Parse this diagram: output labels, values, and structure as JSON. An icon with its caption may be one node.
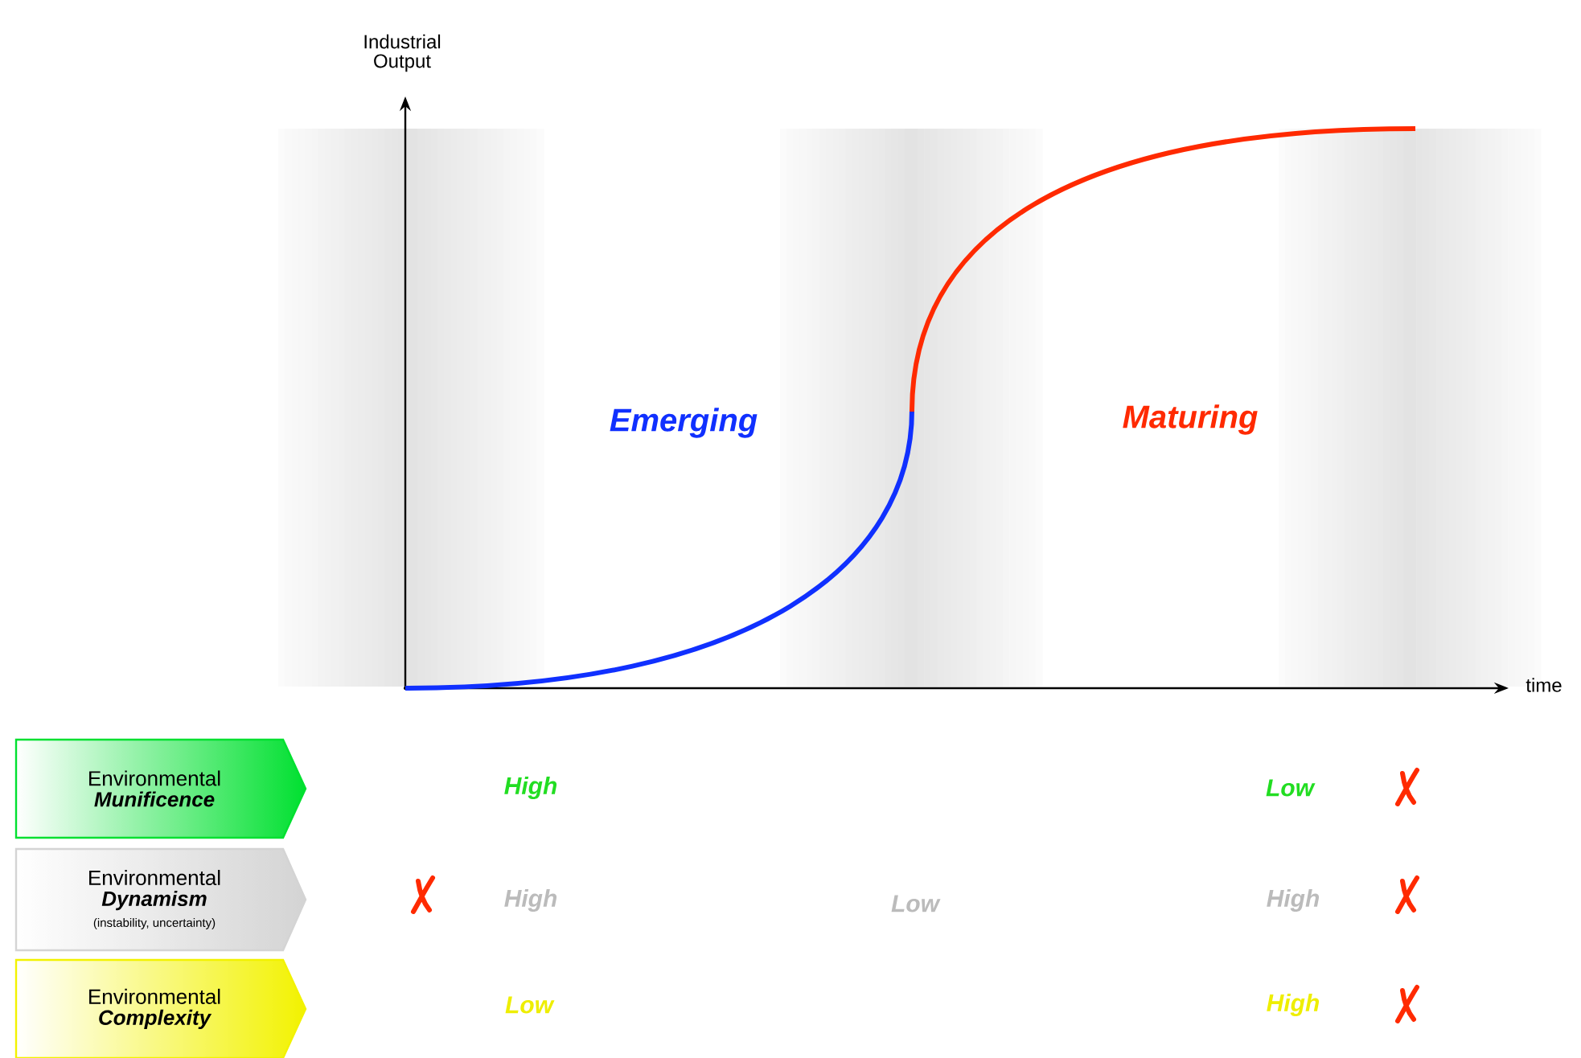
{
  "diagram": {
    "nodes": [
      {
        "text": [
          "Environmental",
          "Munificence"
        ]
      },
      {
        "text": [
          "Environmental",
          "Dynamism",
          "(instability, uncertainty)"
        ]
      },
      {
        "text": [
          "Environmental",
          "Complexity"
        ]
      }
    ],
    "labels": [
      "Industrial Output",
      "Emerging",
      "Maturing",
      "time",
      "High",
      "Low",
      "High",
      "Low",
      "High",
      "Low",
      "High"
    ]
  }
}
